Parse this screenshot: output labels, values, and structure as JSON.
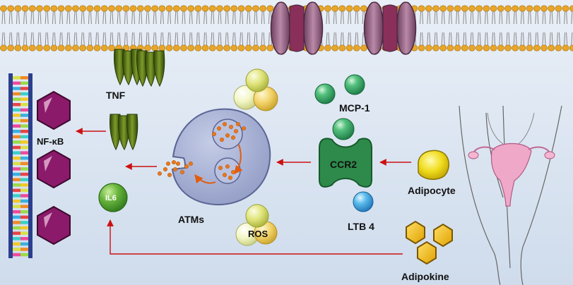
{
  "labels": {
    "tnf": "TNF",
    "mcp1": "MCP-1",
    "nfkb": "NF-κB",
    "ccr2": "CCR2",
    "il6": "IL6",
    "adipocyte": "Adipocyte",
    "atms": "ATMs",
    "ros": "ROS",
    "ltb4": "LTB 4",
    "adipokine": "Adipokine"
  },
  "colors": {
    "background": "#dde7f3",
    "membrane_head": "#e8a628",
    "channel": "#9c6a88",
    "dna_backbone": "#2b3f8f",
    "nfkb": "#8b1a6b",
    "tnf": "#4e6a12",
    "mcp1": "#3aa76a",
    "ccr2": "#2e8a4a",
    "il6": "#5aa83a",
    "adipocyte": "#e8d20e",
    "ros": "#d8dc60",
    "ltb4": "#3aa0dc",
    "adipokine": "#f0b800",
    "macrophage": "#9aa6cc",
    "arrow": "#cc1111"
  }
}
